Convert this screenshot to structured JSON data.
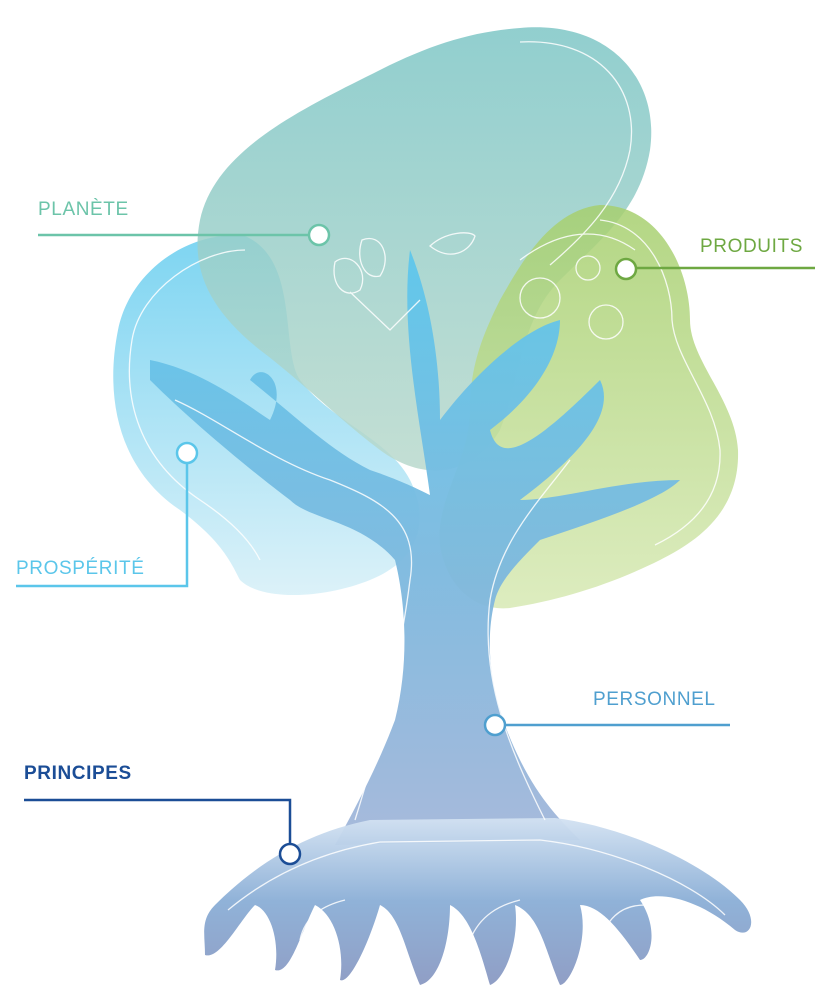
{
  "labels": {
    "planete": "PLANÈTE",
    "produits": "PRODUITS",
    "prosperite": "PROSPÉRITÉ",
    "personnel": "PERSONNEL",
    "principes": "PRINCIPES"
  },
  "colors": {
    "planete": "#6cc4a9",
    "produits": "#6ea842",
    "prosperite": "#5bc6ea",
    "personnel": "#4f9fcf",
    "principes": "#1b4d96",
    "canopy_green": "#7fbfae",
    "canopy_blue": "#7fd3ef",
    "canopy_lime": "#b6d37a",
    "trunk_top": "#6cc4e8",
    "trunk_bottom": "#8fa4cc"
  }
}
